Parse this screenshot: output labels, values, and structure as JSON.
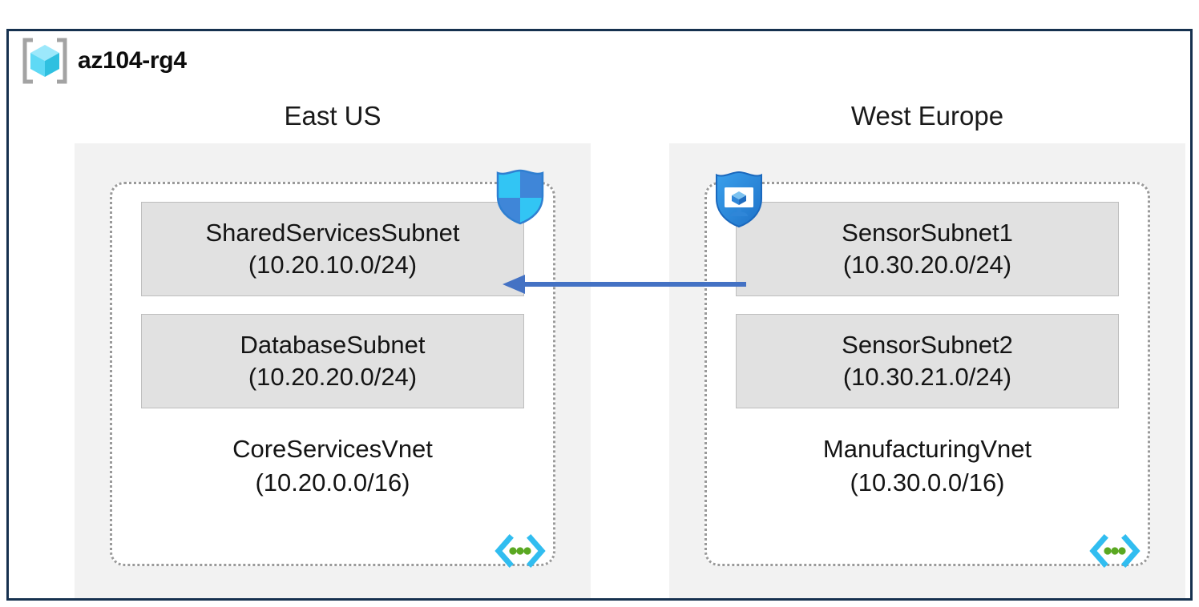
{
  "resource_group": {
    "name": "az104-rg4",
    "icon": "resource-group-cube-icon",
    "frame_color": "#16314f"
  },
  "colors": {
    "region_background": "#f2f2f2",
    "vnet_border": "#9a9a9a",
    "subnet_fill": "#e1e1e1",
    "subnet_border": "#bdbdbd",
    "arrow": "#4472c4",
    "nsg_shield_light": "#32c5f4",
    "nsg_shield_dark": "#3b8fe0",
    "defender_shield": "#2d8ce0",
    "vnet_glyph_bracket": "#31bdf0",
    "vnet_glyph_dot": "#5aa822",
    "rg_icon_cube_light": "#9ce8fb",
    "rg_icon_cube_dark": "#3bc9e8",
    "rg_icon_bracket": "#a3a3a3"
  },
  "regions": [
    {
      "label": "East US",
      "vnet": {
        "name": "CoreServicesVnet",
        "cidr": "(10.20.0.0/16)",
        "glyph": "vnet-icon",
        "subnets": [
          {
            "name": "SharedServicesSubnet",
            "cidr": "(10.20.10.0/24)",
            "attached_icon": "nsg-shield-icon"
          },
          {
            "name": "DatabaseSubnet",
            "cidr": "(10.20.20.0/24)",
            "attached_icon": null
          }
        ]
      }
    },
    {
      "label": "West Europe",
      "vnet": {
        "name": "ManufacturingVnet",
        "cidr": "(10.30.0.0/16)",
        "glyph": "vnet-icon",
        "subnets": [
          {
            "name": "SensorSubnet1",
            "cidr": "(10.30.20.0/24)",
            "attached_icon": "defender-monitor-shield-icon"
          },
          {
            "name": "SensorSubnet2",
            "cidr": "(10.30.21.0/24)",
            "attached_icon": null
          }
        ]
      }
    }
  ],
  "connection": {
    "name": "vnet-peering-arrow",
    "direction": "right-to-left",
    "from": "SensorSubnet1",
    "to": "SharedServicesSubnet",
    "color": "#4472c4"
  }
}
